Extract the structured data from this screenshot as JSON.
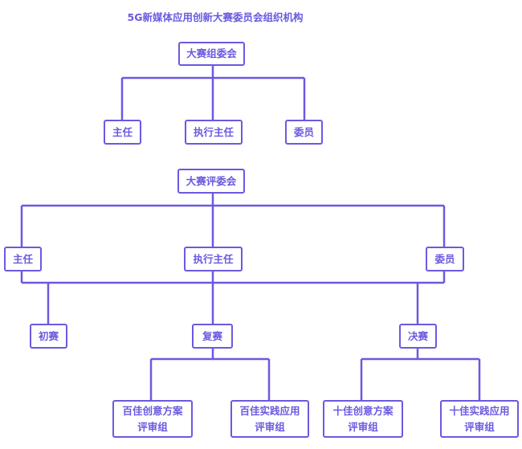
{
  "title": "5G新媒体应用创新大赛委员会组织机构",
  "color": "#6a5ae0",
  "organizing_committee": {
    "label": "大赛组委会",
    "children": [
      "主任",
      "执行主任",
      "委员"
    ]
  },
  "judging_committee": {
    "label": "大赛评委会",
    "children": [
      "主任",
      "执行主任",
      "委员"
    ],
    "rounds": [
      "初赛",
      "复赛",
      "决赛"
    ],
    "semifinal_groups": [
      {
        "line1": "百佳创意方案",
        "line2": "评审组"
      },
      {
        "line1": "百佳实践应用",
        "line2": "评审组"
      }
    ],
    "final_groups": [
      {
        "line1": "十佳创意方案",
        "line2": "评审组"
      },
      {
        "line1": "十佳实践应用",
        "line2": "评审组"
      }
    ]
  }
}
